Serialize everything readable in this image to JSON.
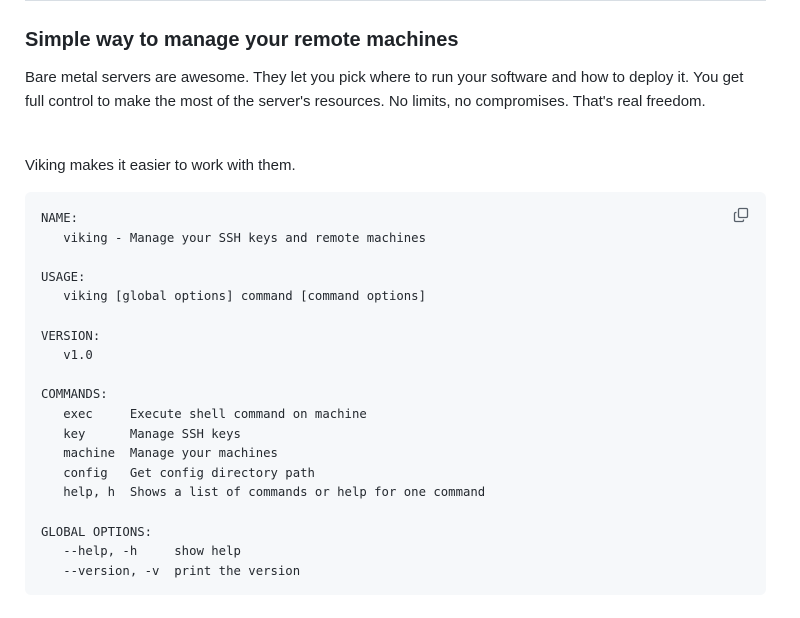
{
  "section": {
    "heading": "Simple way to manage your remote machines",
    "paragraph_1": "Bare metal servers are awesome. They let you pick where to run your software and how to deploy it. You get full control to make the most of the server's resources. No limits, no compromises. That's real freedom.",
    "paragraph_2": "Viking makes it easier to work with them."
  },
  "code_block": {
    "copy_icon": "copy-icon",
    "lines": [
      "NAME:",
      "   viking - Manage your SSH keys and remote machines",
      "",
      "USAGE:",
      "   viking [global options] command [command options]",
      "",
      "VERSION:",
      "   v1.0",
      "",
      "COMMANDS:",
      "   exec     Execute shell command on machine",
      "   key      Manage SSH keys",
      "   machine  Manage your machines",
      "   config   Get config directory path",
      "   help, h  Shows a list of commands or help for one command",
      "",
      "GLOBAL OPTIONS:",
      "   --help, -h     show help",
      "   --version, -v  print the version"
    ]
  }
}
